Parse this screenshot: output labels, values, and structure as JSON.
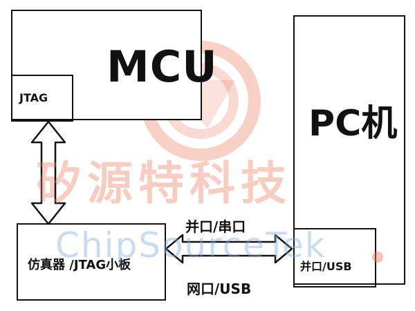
{
  "mcu": {
    "title": "MCU",
    "port_label": "JTAG"
  },
  "pc": {
    "title": "PC机",
    "port_label": "并口/USB"
  },
  "emulator": {
    "label": "仿真器 /JTAG小板"
  },
  "link": {
    "top_label": "并口/串口",
    "bottom_label": "网口/USB"
  },
  "watermark": {
    "company": "矽源特科技",
    "brand": "ChipSourceTek"
  },
  "colors": {
    "watermark_orange": "#e9785c",
    "watermark_blue": "#7eaade",
    "line": "#111111"
  }
}
